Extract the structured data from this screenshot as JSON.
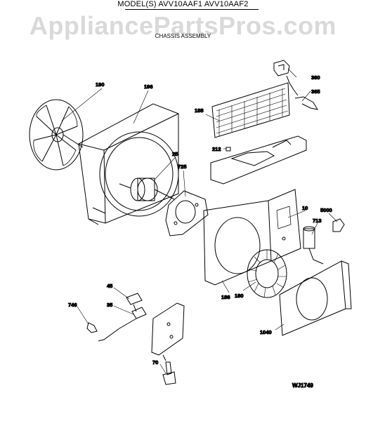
{
  "header": {
    "model_line": "MODEL(S) AVV10AAF1 AVV10AAF2",
    "watermark": "AppliancePartsPros.com",
    "subtitle": "CHASSIS ASSEMBLY"
  },
  "diagram_code": "WJ1749",
  "parts": [
    {
      "id": "fan-blade",
      "label": "190"
    },
    {
      "id": "shroud",
      "label": "196"
    },
    {
      "id": "filter-grille",
      "label": "188"
    },
    {
      "id": "clip",
      "label": "212"
    },
    {
      "id": "motor",
      "label": "25"
    },
    {
      "id": "motor-mount",
      "label": "725"
    },
    {
      "id": "bracket",
      "label": "360"
    },
    {
      "id": "lever",
      "label": "365"
    },
    {
      "id": "partition",
      "label": "10"
    },
    {
      "id": "control-item",
      "label": "5000"
    },
    {
      "id": "capacitor",
      "label": "713"
    },
    {
      "id": "orifice",
      "label": "186"
    },
    {
      "id": "blower-wheel",
      "label": "180"
    },
    {
      "id": "scroll",
      "label": "1040"
    },
    {
      "id": "switch",
      "label": "45"
    },
    {
      "id": "thermostat",
      "label": "35"
    },
    {
      "id": "sensor",
      "label": "746"
    },
    {
      "id": "knob",
      "label": "70"
    }
  ]
}
